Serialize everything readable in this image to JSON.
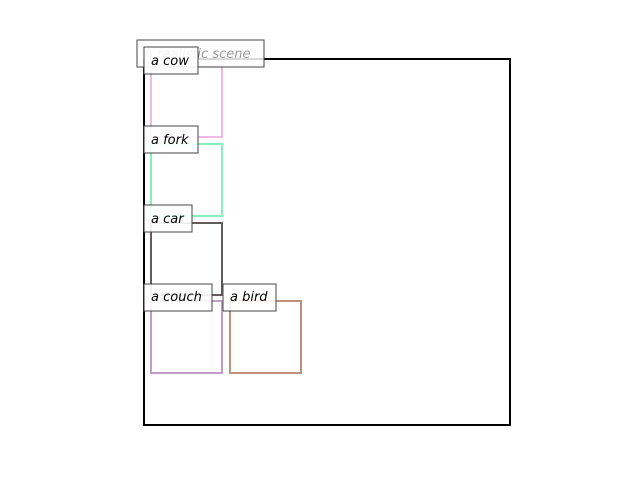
{
  "title": "A realistic scene",
  "boxes": [
    {
      "label": "a cow",
      "color": "#f0b8e4"
    },
    {
      "label": "a fork",
      "color": "#86f0bc"
    },
    {
      "label": "a car",
      "color": "#635b5b"
    },
    {
      "label": "a couch",
      "color": "#c49ac8"
    },
    {
      "label": "a bird",
      "color": "#c09078"
    }
  ],
  "colors": {
    "frame": "#000000",
    "label_border": "#444444",
    "label_bg": "#ffffff"
  }
}
